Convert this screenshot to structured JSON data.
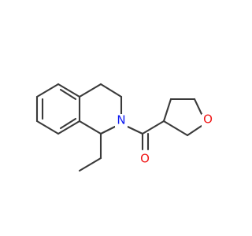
{
  "molecule": {
    "atoms": [
      {
        "label": "N",
        "color": "#0b18f2"
      },
      {
        "label": "O",
        "color": "#f01616"
      },
      {
        "label": "O",
        "color": "#f01616"
      }
    ]
  }
}
